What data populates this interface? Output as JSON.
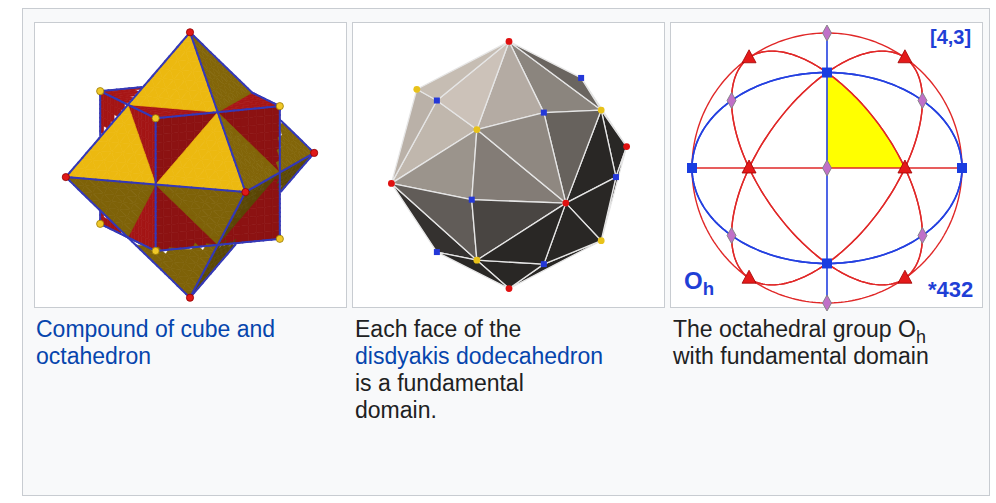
{
  "diagram": {
    "labels": [
      "[4,3]",
      "O",
      "h",
      "*432",
      "Compound of cube and octahedron",
      "Each face of the",
      "disdyakis dodecahedron",
      "is a fundamental domain.",
      "The octahedral group O",
      "h",
      "with fundamental domain"
    ]
  }
}
